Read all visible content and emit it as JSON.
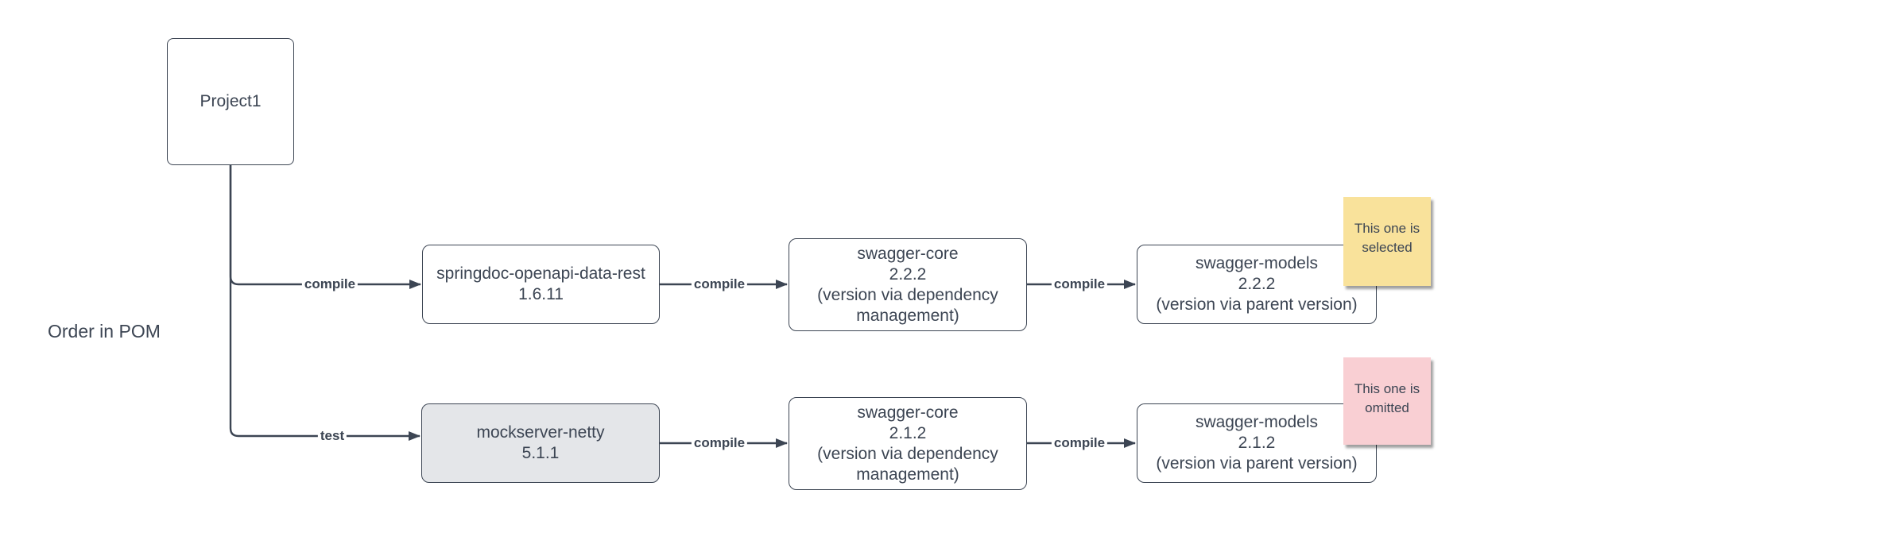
{
  "diagram": {
    "side_label": "Order in POM",
    "colors": {
      "stroke": "#3C4553",
      "text": "#3C4553",
      "background": "#FFFFFF",
      "node_fill_white": "#FFFFFF",
      "node_fill_gray": "#E4E6E9",
      "note_yellow": "#F9E29B",
      "note_pink": "#F9CFD3"
    },
    "nodes": {
      "project1": {
        "lines": [
          "Project1"
        ]
      },
      "springdoc": {
        "lines": [
          "springdoc-openapi-data-rest",
          "1.6.11"
        ]
      },
      "swagger_core_222": {
        "lines": [
          "swagger-core",
          "2.2.2",
          "(version via dependency",
          "management)"
        ]
      },
      "swagger_models_222": {
        "lines": [
          "swagger-models",
          "2.2.2",
          "(version via parent version)"
        ]
      },
      "mockserver": {
        "lines": [
          "mockserver-netty",
          "5.1.1"
        ]
      },
      "swagger_core_212": {
        "lines": [
          "swagger-core",
          "2.1.2",
          "(version via dependency",
          "management)"
        ]
      },
      "swagger_models_212": {
        "lines": [
          "swagger-models",
          "2.1.2",
          "(version via parent version)"
        ]
      }
    },
    "edge_labels": {
      "project_to_springdoc": "compile",
      "springdoc_to_swagger_core": "compile",
      "swagger_core_to_swagger_models": "compile",
      "project_to_mockserver": "test",
      "mockserver_to_swagger_core": "compile",
      "swagger_core_212_to_swagger_models": "compile"
    },
    "notes": {
      "selected": {
        "lines": [
          "This one is",
          "selected"
        ]
      },
      "omitted": {
        "lines": [
          "This one is",
          "omitted"
        ]
      }
    }
  }
}
